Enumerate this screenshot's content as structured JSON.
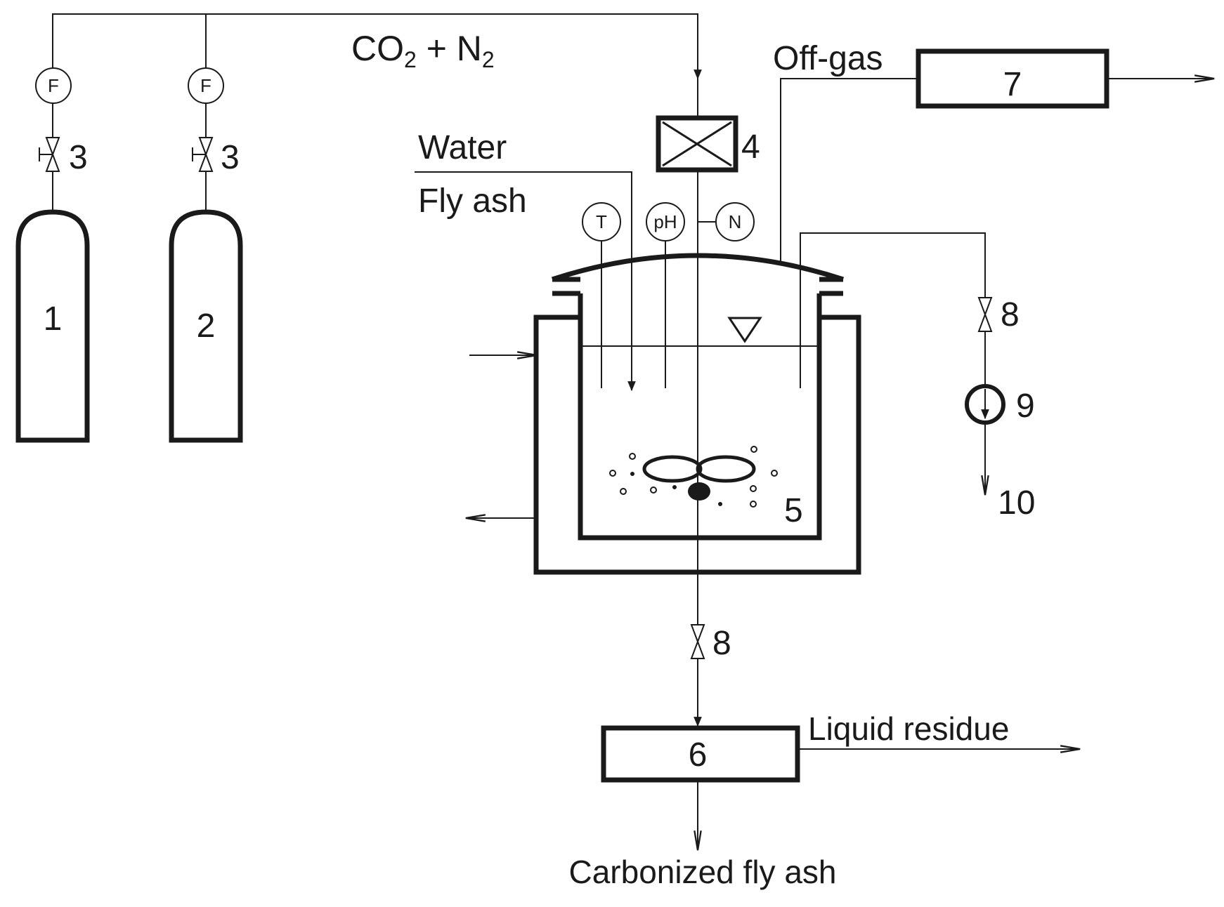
{
  "labels": {
    "gas_mix": {
      "prefix": "CO",
      "sub1": "2",
      "mid": " + N",
      "sub2": "2"
    },
    "water": "Water",
    "fly_ash": "Fly ash",
    "off_gas": "Off-gas",
    "liquid_residue": "Liquid residue",
    "carbonized_fly_ash": "Carbonized fly ash"
  },
  "numbers": {
    "n1": "1",
    "n2": "2",
    "n3": "3",
    "n4": "4",
    "n5": "5",
    "n6": "6",
    "n7": "7",
    "n8": "8",
    "n9": "9",
    "n10": "10"
  },
  "gauges": {
    "flow": "F",
    "temperature": "T",
    "ph": "pH",
    "speed": "N"
  },
  "colors": {
    "line": "#1a1a1a",
    "background": "#ffffff"
  }
}
